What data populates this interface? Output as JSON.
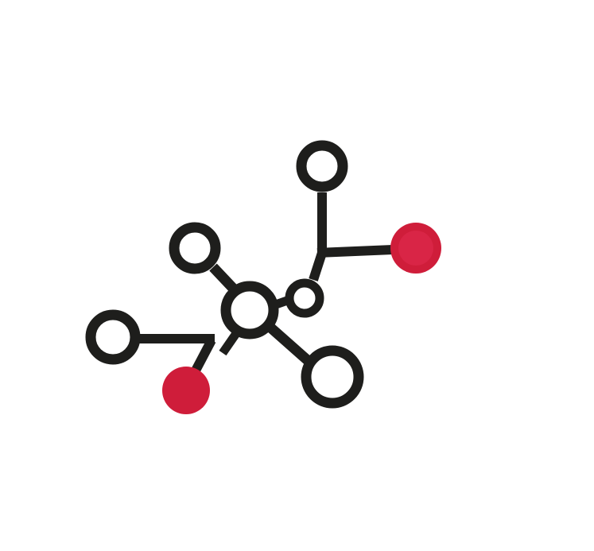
{
  "colors": {
    "background": "#ffffff",
    "stroke": "#1e1e1c",
    "accent": "#cf1d3a",
    "accent_inner": "#d92546"
  },
  "graph": {
    "node_count": 8,
    "hollow_node_count": 6,
    "filled_node_count": 2
  }
}
